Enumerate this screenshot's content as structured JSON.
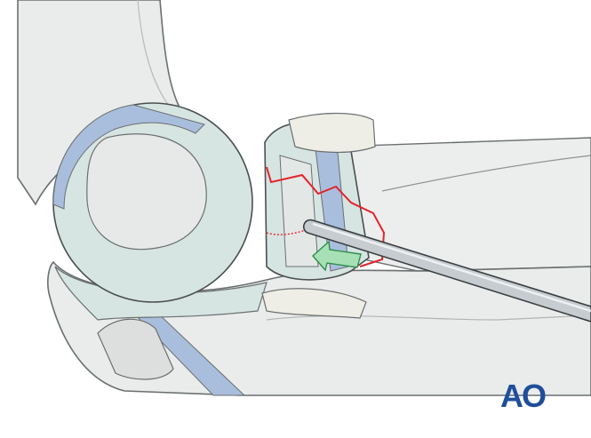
{
  "logo": {
    "text": "AO"
  },
  "colors": {
    "bone_fill": "#e9ecea",
    "cartilage_fill": "#d6e4e2",
    "cortex_blue": "#a9bedd",
    "fracture_line": "#e4232a",
    "arrow_fill": "#a8e0b6",
    "logo_blue": "#1f4e9b"
  },
  "labels": {
    "structures": [
      "upper-arm-bone",
      "condyle",
      "olecranon-fossa",
      "forearm-bone",
      "radial-head",
      "annular-ligament"
    ],
    "instrument": "reduction-probe",
    "direction": "reduction-arrow"
  }
}
